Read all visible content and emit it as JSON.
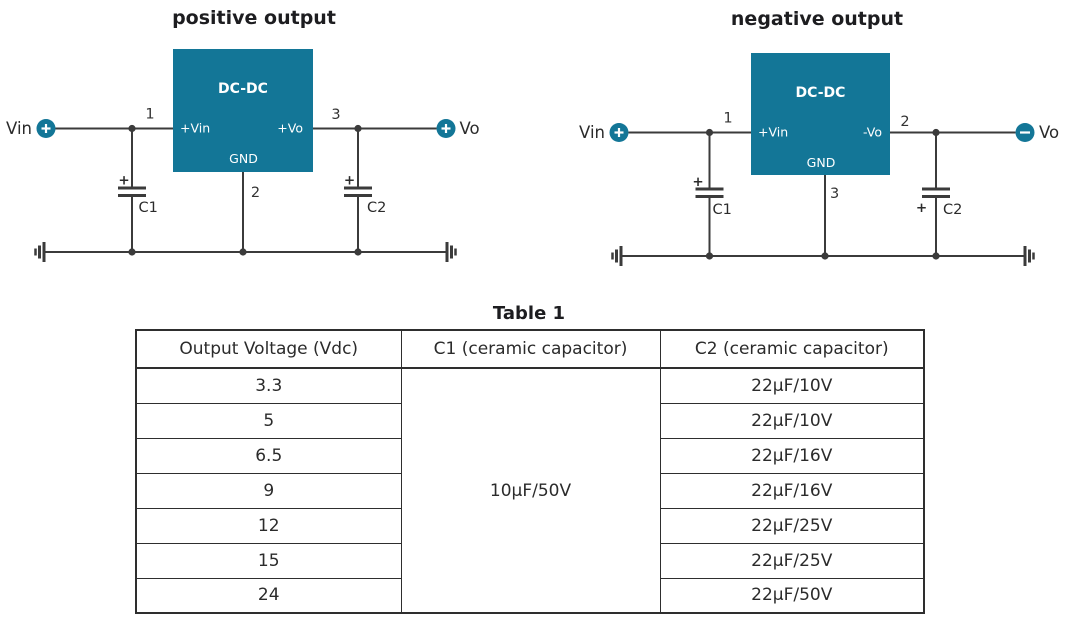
{
  "colors": {
    "accent_teal": "#137697",
    "wire": "#3b3b3b",
    "text": "#2b2b2b",
    "table_border": "#2e2e2e"
  },
  "diagrams": {
    "positive": {
      "title": "positive output",
      "chip": "DC-DC",
      "pin_left": "+Vin",
      "pin_right": "+Vo",
      "pin_bottom": "GND",
      "pin_left_num": "1",
      "pin_right_num": "3",
      "pin_bottom_num": "2",
      "input_label": "Vin",
      "output_label": "Vo",
      "input_terminal_polarity": "plus",
      "output_terminal_polarity": "plus",
      "c1": "C1",
      "c2": "C2",
      "c1_polarity": "+",
      "c2_polarity": "+"
    },
    "negative": {
      "title": "negative output",
      "chip": "DC-DC",
      "pin_left": "+Vin",
      "pin_right": "-Vo",
      "pin_bottom": "GND",
      "pin_left_num": "1",
      "pin_right_num": "2",
      "pin_bottom_num": "3",
      "input_label": "Vin",
      "output_label": "Vo",
      "input_terminal_polarity": "plus",
      "output_terminal_polarity": "minus",
      "c1": "C1",
      "c2": "C2",
      "c1_polarity": "+",
      "c2_polarity": "+"
    }
  },
  "table": {
    "title": "Table 1",
    "columns": [
      "Output Voltage (Vdc)",
      "C1 (ceramic capacitor)",
      "C2 (ceramic capacitor)"
    ],
    "c1_value": "10µF/50V",
    "rows": [
      {
        "voltage": "3.3",
        "c2": "22µF/10V"
      },
      {
        "voltage": "5",
        "c2": "22µF/10V"
      },
      {
        "voltage": "6.5",
        "c2": "22µF/16V"
      },
      {
        "voltage": "9",
        "c2": "22µF/16V"
      },
      {
        "voltage": "12",
        "c2": "22µF/25V"
      },
      {
        "voltage": "15",
        "c2": "22µF/25V"
      },
      {
        "voltage": "24",
        "c2": "22µF/50V"
      }
    ]
  }
}
